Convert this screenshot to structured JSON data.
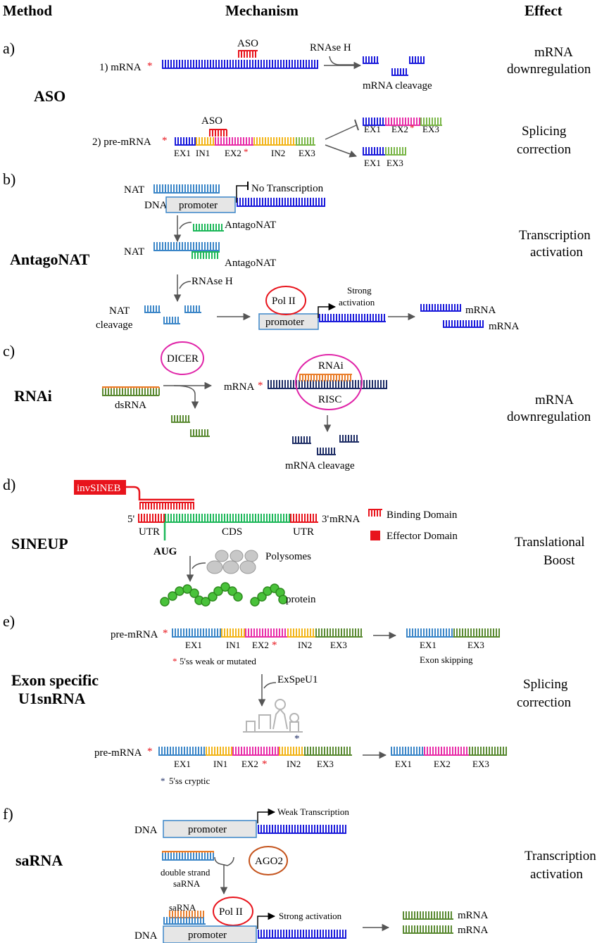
{
  "headers": {
    "method": "Method",
    "mechanism": "Mechanism",
    "effect": "Effect"
  },
  "colors": {
    "blue": "#1a1adb",
    "navy": "#1f2e66",
    "red": "#e8141c",
    "pink": "#e82ea8",
    "yellow": "#f2b51a",
    "green": "#7ab648",
    "teal": "#3b86c8",
    "emerald": "#1db85a",
    "olive": "#5a8a32",
    "orange": "#e97d2a",
    "grey": "#b5b5b5",
    "bead": "#49c23a",
    "ellipse_red": "#e8141c",
    "ellipse_pink": "#e024a8",
    "ellipse_orange": "#c4531c"
  },
  "a": {
    "letter": "a)",
    "method": "ASO",
    "step1": "1) mRNA",
    "aso": "ASO",
    "rnase": "RNAse H",
    "cleavage": "mRNA cleavage",
    "effect1": [
      "mRNA",
      "downregulation"
    ],
    "step2": "2) pre-mRNA",
    "aso2": "ASO",
    "ex": [
      "EX1",
      "IN1",
      "EX2",
      "IN2",
      "EX3"
    ],
    "outA": [
      "EX1",
      "EX2",
      "EX3"
    ],
    "outB": [
      "EX1",
      "EX3"
    ],
    "effect2": [
      "Splicing",
      "correction"
    ],
    "star": "*"
  },
  "b": {
    "letter": "b)",
    "method": "AntagoNAT",
    "nat": "NAT",
    "dna": "DNA",
    "promoter": "promoter",
    "no_tx": "No Transcription",
    "antago": "AntagoNAT",
    "rnase": "RNAse H",
    "nat_cleav": [
      "NAT",
      "cleavage"
    ],
    "pol": "Pol II",
    "strong": [
      "Strong",
      "activation"
    ],
    "mrna": "mRNA",
    "effect": [
      "Transcription",
      "activation"
    ]
  },
  "c": {
    "letter": "c)",
    "method": "RNAi",
    "dicer": "DICER",
    "dsrna": "dsRNA",
    "mrna": "mRNA",
    "rnai": "RNAi",
    "risc": "RISC",
    "cleavage": "mRNA cleavage",
    "effect": [
      "mRNA",
      "downregulation"
    ]
  },
  "d": {
    "letter": "d)",
    "method": "SINEUP",
    "inv": "invSINEB",
    "p5": "5'",
    "p3": "3'",
    "mrna": "mRNA",
    "utr": "UTR",
    "cds": "CDS",
    "aug": "AUG",
    "legend_bind": "Binding Domain",
    "legend_eff": "Effector Domain",
    "poly": "Polysomes",
    "protein": "protein",
    "effect": [
      "Translational",
      "Boost"
    ]
  },
  "e": {
    "letter": "e)",
    "method": [
      "Exon specific",
      "U1snRNA"
    ],
    "premrna": "pre-mRNA",
    "ex": [
      "EX1",
      "IN1",
      "EX2",
      "IN2",
      "EX3"
    ],
    "weak": "5'ss weak or mutated",
    "skip_ex": [
      "EX1",
      "EX3"
    ],
    "skip": "Exon skipping",
    "exspe": "ExSpeU1",
    "cryptic": "5'ss cryptic",
    "out": [
      "EX1",
      "EX2",
      "EX3"
    ],
    "effect": [
      "Splicing",
      "correction"
    ]
  },
  "f": {
    "letter": "f)",
    "method": "saRNA",
    "dna": "DNA",
    "promoter": "promoter",
    "weak": "Weak Transcription",
    "ds": [
      "double strand",
      "saRNA"
    ],
    "ago": "AGO2",
    "sarna": "saRNA",
    "pol": "Pol II",
    "strong": "Strong activation",
    "mrna": "mRNA",
    "effect": [
      "Transcription",
      "activation"
    ]
  }
}
